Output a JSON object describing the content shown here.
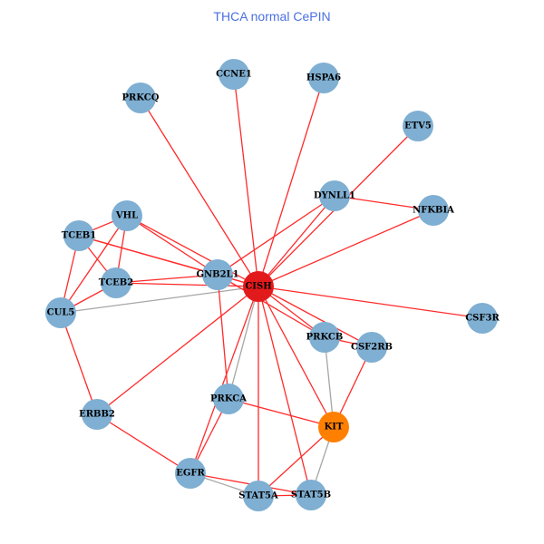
{
  "title": "THCA normal CePIN",
  "colors": {
    "default_node": "#7fafd2",
    "center_node": "#e31a1c",
    "highlight_node": "#ff7f00",
    "edge_red": "#ff2a2a",
    "edge_gray": "#a6a6a6"
  },
  "nodes": [
    {
      "id": "CISH",
      "role": "center"
    },
    {
      "id": "GNB2L1",
      "role": "default"
    },
    {
      "id": "TCEB1",
      "role": "default"
    },
    {
      "id": "VHL",
      "role": "default"
    },
    {
      "id": "TCEB2",
      "role": "default"
    },
    {
      "id": "CUL5",
      "role": "default"
    },
    {
      "id": "ERBB2",
      "role": "default"
    },
    {
      "id": "EGFR",
      "role": "default"
    },
    {
      "id": "PRKCA",
      "role": "default"
    },
    {
      "id": "STAT5A",
      "role": "default"
    },
    {
      "id": "STAT5B",
      "role": "default"
    },
    {
      "id": "KIT",
      "role": "highlight"
    },
    {
      "id": "PRKCB",
      "role": "default"
    },
    {
      "id": "CSF2RB",
      "role": "default"
    },
    {
      "id": "CSF3R",
      "role": "default"
    },
    {
      "id": "NFKBIA",
      "role": "default"
    },
    {
      "id": "DYNLL1",
      "role": "default"
    },
    {
      "id": "ETV5",
      "role": "default"
    },
    {
      "id": "HSPA6",
      "role": "default"
    },
    {
      "id": "CCNE1",
      "role": "default"
    },
    {
      "id": "PRKCQ",
      "role": "default"
    }
  ],
  "edges": [
    [
      "CISH",
      "PRKCQ",
      "red"
    ],
    [
      "CISH",
      "CCNE1",
      "red"
    ],
    [
      "CISH",
      "HSPA6",
      "red"
    ],
    [
      "CISH",
      "ETV5",
      "red"
    ],
    [
      "CISH",
      "DYNLL1",
      "red"
    ],
    [
      "CISH",
      "NFKBIA",
      "red"
    ],
    [
      "CISH",
      "CSF3R",
      "red"
    ],
    [
      "CISH",
      "CSF2RB",
      "red"
    ],
    [
      "CISH",
      "PRKCB",
      "red"
    ],
    [
      "CISH",
      "KIT",
      "red"
    ],
    [
      "CISH",
      "STAT5B",
      "red"
    ],
    [
      "CISH",
      "STAT5A",
      "red"
    ],
    [
      "CISH",
      "EGFR",
      "red"
    ],
    [
      "CISH",
      "ERBB2",
      "red"
    ],
    [
      "CISH",
      "GNB2L1",
      "red"
    ],
    [
      "CISH",
      "TCEB1",
      "red"
    ],
    [
      "CISH",
      "VHL",
      "red"
    ],
    [
      "CISH",
      "TCEB2",
      "red"
    ],
    [
      "CISH",
      "CUL5",
      "gray"
    ],
    [
      "CISH",
      "PRKCA",
      "gray"
    ],
    [
      "GNB2L1",
      "TCEB1",
      "red"
    ],
    [
      "GNB2L1",
      "VHL",
      "red"
    ],
    [
      "GNB2L1",
      "TCEB2",
      "red"
    ],
    [
      "GNB2L1",
      "DYNLL1",
      "red"
    ],
    [
      "GNB2L1",
      "PRKCA",
      "red"
    ],
    [
      "GNB2L1",
      "PRKCB",
      "red"
    ],
    [
      "DYNLL1",
      "NFKBIA",
      "red"
    ],
    [
      "TCEB1",
      "VHL",
      "red"
    ],
    [
      "TCEB1",
      "TCEB2",
      "red"
    ],
    [
      "TCEB1",
      "CUL5",
      "red"
    ],
    [
      "VHL",
      "TCEB2",
      "red"
    ],
    [
      "VHL",
      "CUL5",
      "red"
    ],
    [
      "TCEB2",
      "CUL5",
      "red"
    ],
    [
      "CUL5",
      "ERBB2",
      "red"
    ],
    [
      "ERBB2",
      "EGFR",
      "red"
    ],
    [
      "EGFR",
      "PRKCA",
      "red"
    ],
    [
      "EGFR",
      "STAT5A",
      "gray"
    ],
    [
      "EGFR",
      "STAT5B",
      "red"
    ],
    [
      "STAT5A",
      "STAT5B",
      "red"
    ],
    [
      "STAT5A",
      "KIT",
      "red"
    ],
    [
      "STAT5B",
      "KIT",
      "gray"
    ],
    [
      "PRKCB",
      "KIT",
      "gray"
    ],
    [
      "CSF2RB",
      "KIT",
      "red"
    ],
    [
      "PRKCA",
      "KIT",
      "red"
    ],
    [
      "PRKCB",
      "CSF2RB",
      "red"
    ]
  ]
}
